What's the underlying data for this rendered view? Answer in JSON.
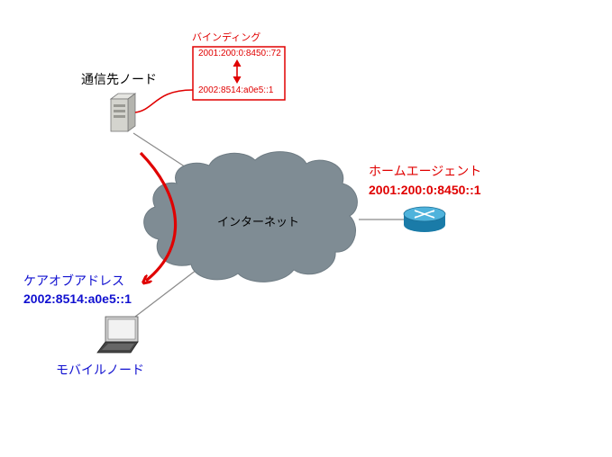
{
  "nodes": {
    "correspondent": {
      "label": "通信先ノード"
    },
    "internet": {
      "label": "インターネット"
    },
    "home_agent": {
      "label": "ホームエージェント",
      "address": "2001:200:0:8450::1"
    },
    "care_of": {
      "label": "ケアオブアドレス",
      "address": "2002:8514:a0e5::1"
    },
    "mobile": {
      "label": "モバイルノード"
    }
  },
  "binding": {
    "title": "バインディング",
    "home_address": "2001:200:0:8450::72",
    "care_of_address": "2002:8514:a0e5::1"
  },
  "colors": {
    "red": "#e00000",
    "blue": "#1010d0",
    "cloud": "#7f8c94",
    "line": "#8a8a8a"
  },
  "icons": {
    "correspondent": "server-icon",
    "home_agent": "router-icon",
    "mobile": "laptop-icon"
  }
}
